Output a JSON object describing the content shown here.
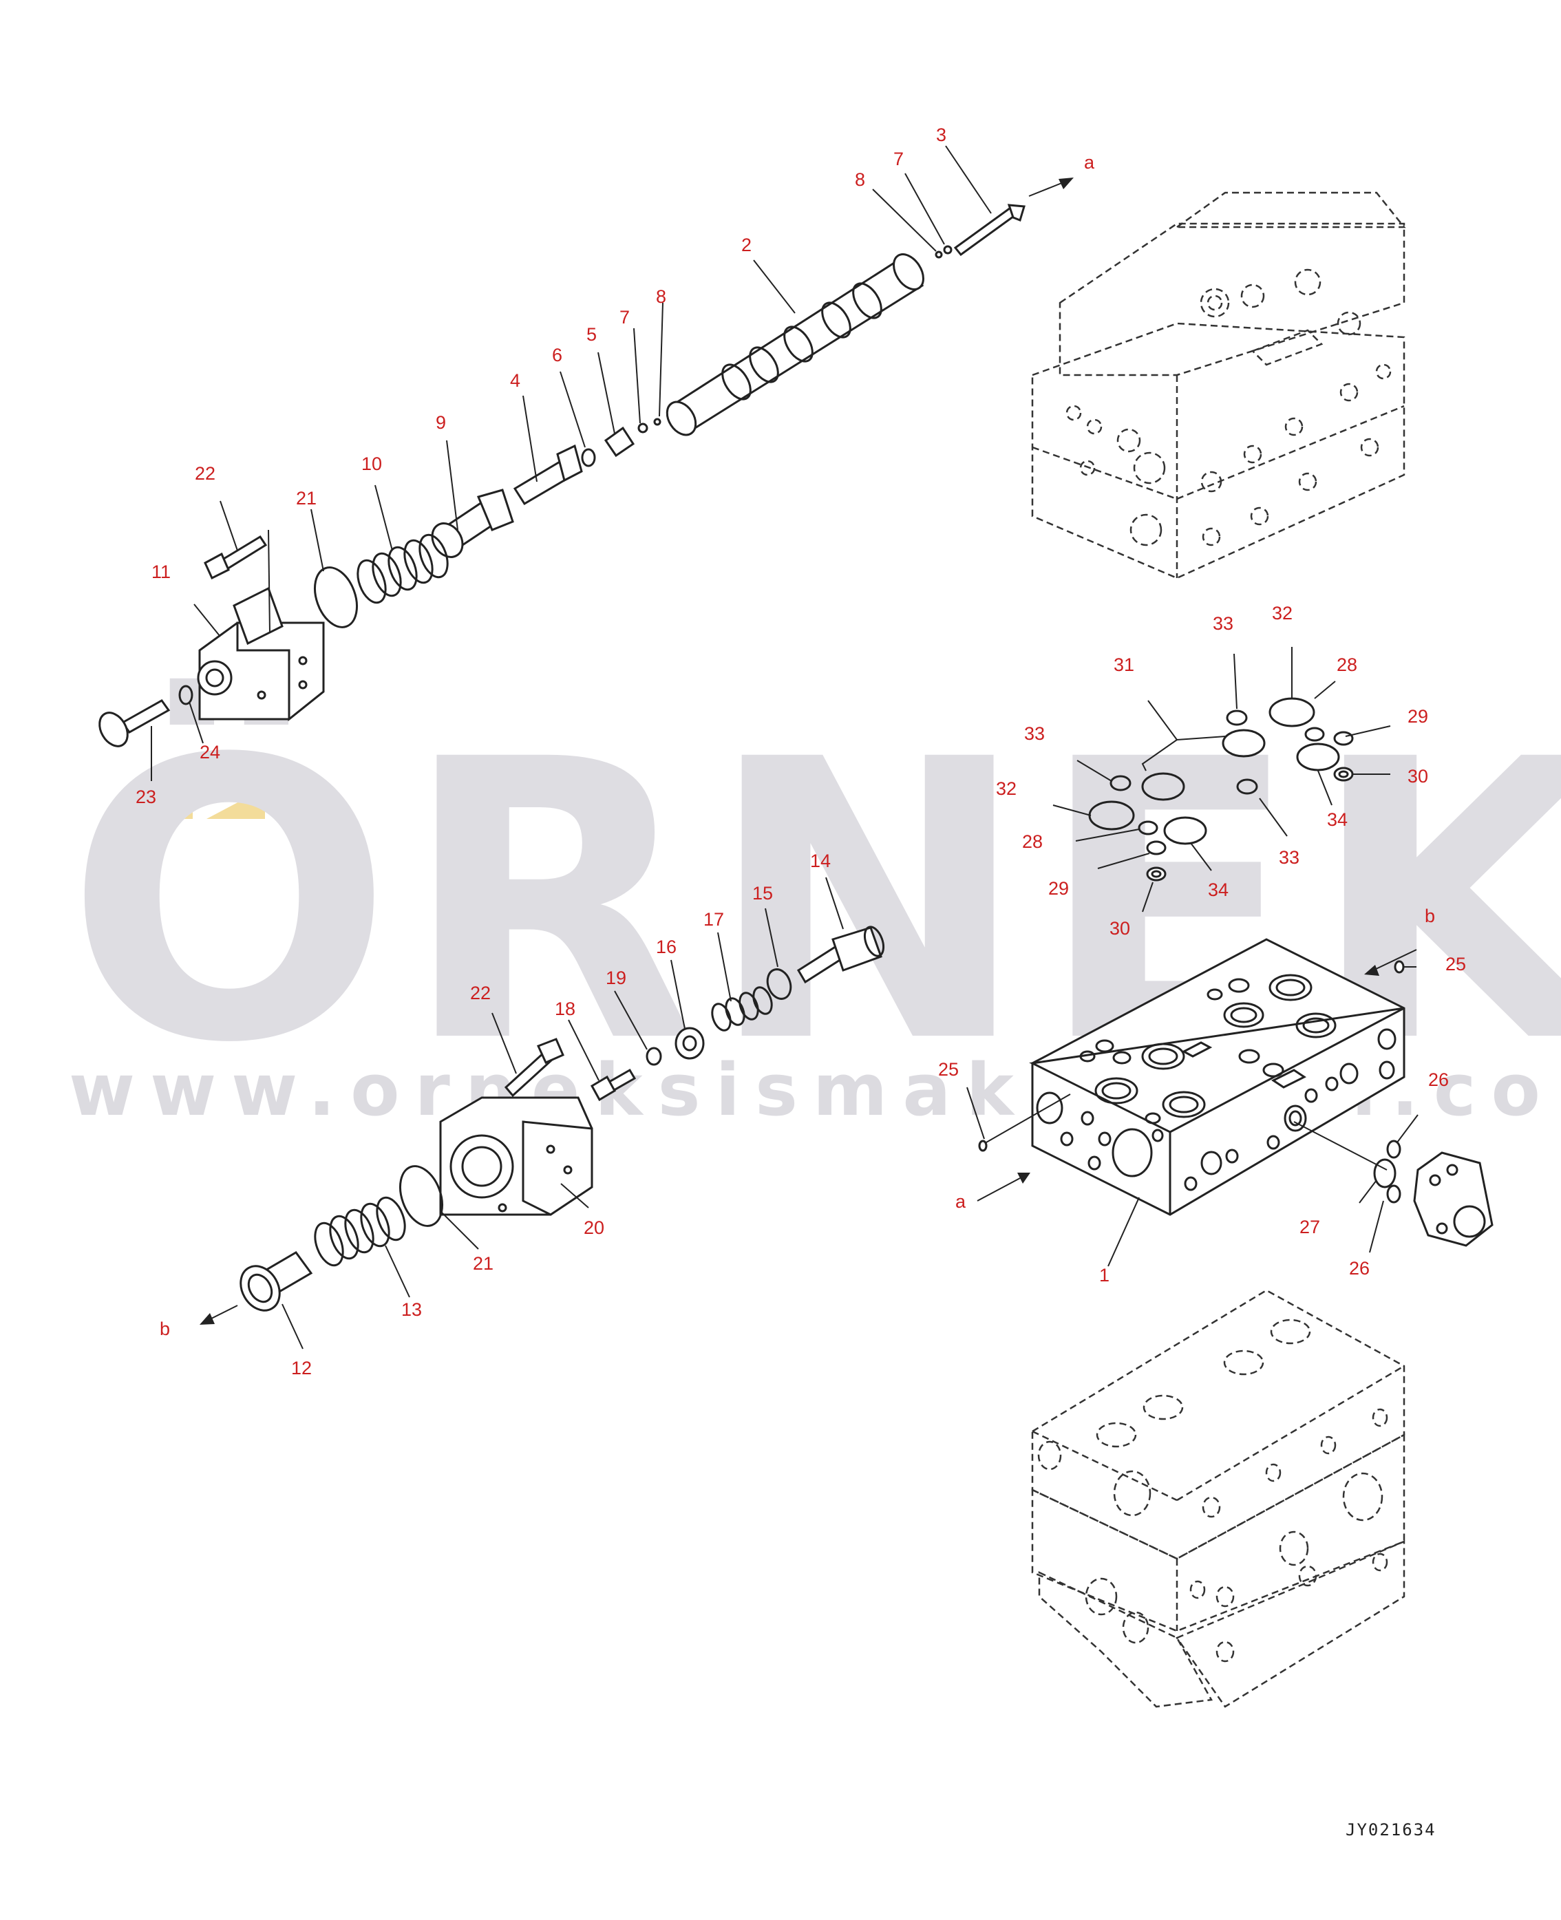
{
  "diagram": {
    "drawing_code": "JY021634",
    "watermark": {
      "logo": "ÖRNEK",
      "url": "www.orneksismakinalari.com.tr",
      "accent_color": "#f3dc9a"
    },
    "label_color": "#cc1f1f",
    "line_color": "#222222",
    "arrow_labels": [
      "a",
      "b",
      "a",
      "b"
    ],
    "callouts": [
      "3",
      "7",
      "8",
      "2",
      "8",
      "7",
      "5",
      "6",
      "4",
      "9",
      "10",
      "21",
      "22",
      "11",
      "24",
      "23",
      "33",
      "32",
      "28",
      "31",
      "29",
      "30",
      "33",
      "32",
      "34",
      "28",
      "33",
      "29",
      "34",
      "30",
      "14",
      "15",
      "17",
      "16",
      "19",
      "18",
      "22",
      "20",
      "21",
      "13",
      "12",
      "25",
      "25",
      "26",
      "27",
      "26",
      "1"
    ]
  }
}
